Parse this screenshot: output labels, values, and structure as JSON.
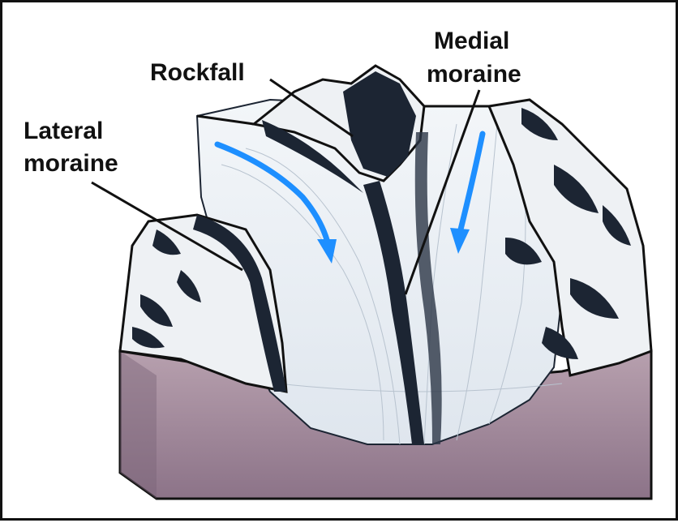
{
  "labels": {
    "rockfall": "Rockfall",
    "medial_line1": "Medial",
    "medial_line2": "moraine",
    "lateral_line1": "Lateral",
    "lateral_line2": "moraine"
  },
  "colors": {
    "frame": "#111111",
    "ice": "#e9eef3",
    "rock_dark": "#1c2533",
    "soil": "#a78e9e",
    "soil_dark": "#7a6477",
    "flow_arrow": "#1e8fff",
    "leader_line": "#111111"
  },
  "icons": {
    "flow_arrow": "arrow-down-curve-icon"
  }
}
